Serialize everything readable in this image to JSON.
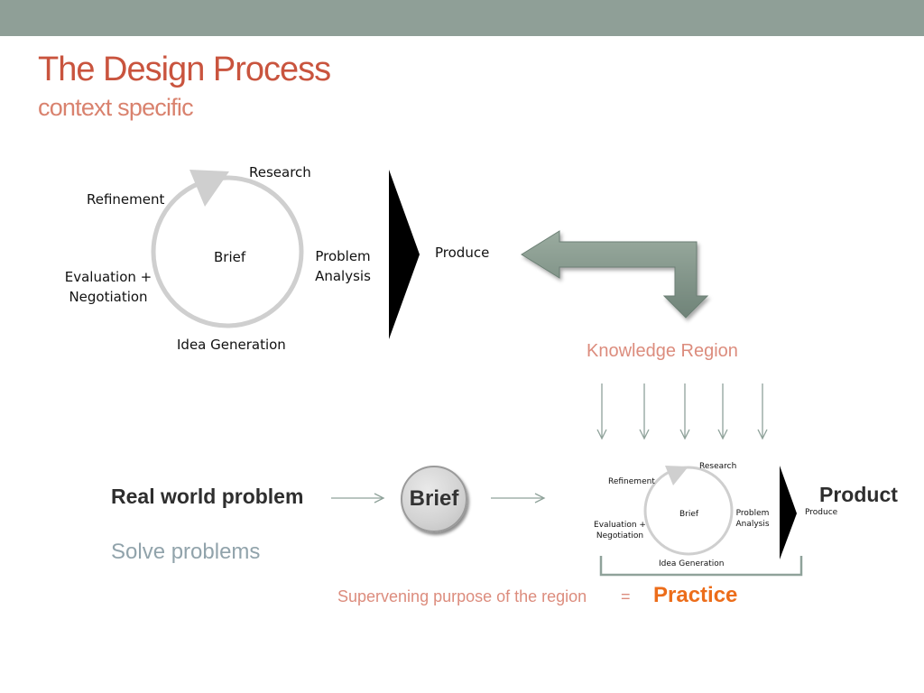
{
  "colors": {
    "header_bar": "#8f9f97",
    "title": "#c9543e",
    "subtitle": "#d9826e",
    "cycle_ring": "#cfcfcf",
    "big_arrow": "#7f9287",
    "knowledge_text": "#dc8c7d",
    "practice_text": "#ec6d1a",
    "solve_text": "#91a3ab"
  },
  "slide": {
    "title": "The Design Process",
    "subtitle": "context specific"
  },
  "main_cycle": {
    "center": "Brief",
    "research": "Research",
    "refinement": "Refinement",
    "problem_analysis_1": "Problem",
    "problem_analysis_2": "Analysis",
    "evaluation_1": "Evaluation +",
    "evaluation_2": "Negotiation",
    "idea_generation": "Idea Generation",
    "produce": "Produce"
  },
  "small_cycle": {
    "center": "Brief",
    "research": "Research",
    "refinement": "Refinement",
    "problem_analysis_1": "Problem",
    "problem_analysis_2": "Analysis",
    "evaluation_1": "Evaluation +",
    "evaluation_2": "Negotiation",
    "idea_generation": "Idea Generation",
    "produce": "Produce"
  },
  "knowledge_region": "Knowledge Region",
  "flow": {
    "real_world_problem": "Real world problem",
    "brief": "Brief",
    "product": "Product",
    "solve_problems": "Solve problems"
  },
  "footer": {
    "supervening": "Supervening purpose of the region",
    "equals": "=",
    "practice": "Practice"
  }
}
